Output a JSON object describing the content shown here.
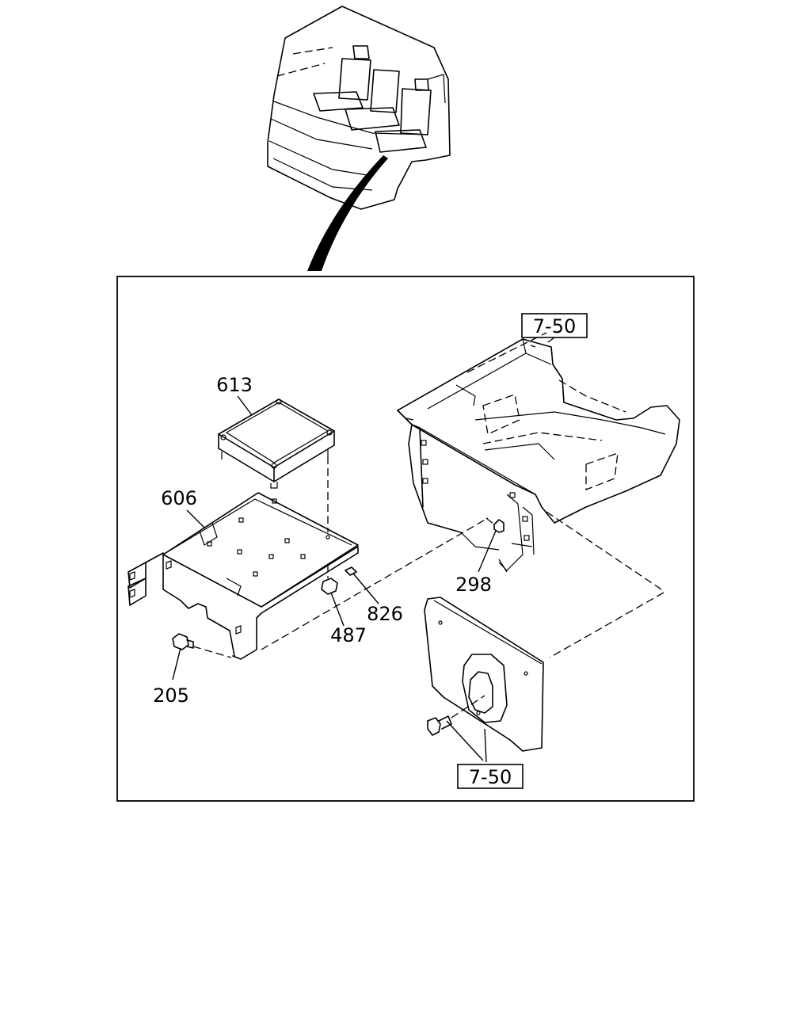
{
  "diagram": {
    "callouts": {
      "ref_top": "7-50",
      "ref_bottom": "7-50",
      "p613": "613",
      "p606": "606",
      "p298": "298",
      "p826": "826",
      "p487": "487",
      "p205": "205"
    }
  }
}
